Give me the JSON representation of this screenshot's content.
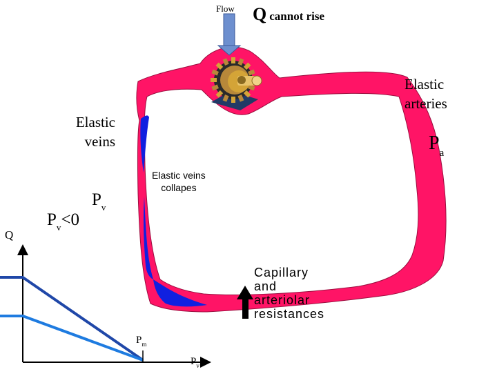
{
  "labels": {
    "flow": "Flow",
    "q_cannot_rise_q": "Q",
    "q_cannot_rise_text": "cannot rise",
    "elastic_arteries_line1": "Elastic",
    "elastic_arteries_line2": "arteries",
    "elastic_veins_line1": "Elastic",
    "elastic_veins_line2": "veins",
    "pa_main": "P",
    "pa_sub": "a",
    "veins_collapse_line1": "Elastic veins",
    "veins_collapse_line2": "collapes",
    "pv_main": "P",
    "pv_sub": "v",
    "pv_neg_main": "P",
    "pv_neg_sub": "v",
    "pv_neg_rest": "<0",
    "q_axis": "Q",
    "capillary_line1": "Capillary",
    "capillary_line2": "and",
    "capillary_line3": "arteriolar",
    "capillary_line4": "resistances",
    "pm_main": "P",
    "pm_sub": "m",
    "pv_axis_main": "P",
    "pv_axis_sub": "v"
  },
  "colors": {
    "vessel_fill": "#ff1466",
    "vein_blue": "#1020e0",
    "flow_arrow": "#6d8fcf",
    "curve_dark": "#1f47a8",
    "curve_light": "#1e7be0",
    "pump_gold": "#d4a437",
    "pump_base": "#223a66"
  },
  "icons": {
    "pump": "pump-gear-icon",
    "flow_arrow": "arrow-down-icon",
    "resistance_arrow": "arrow-up-icon"
  },
  "chart_data": {
    "type": "line",
    "xlabel": "Pv",
    "ylabel": "Q",
    "x_tick_labels": [
      "Pm"
    ],
    "series": [
      {
        "description_key": "upper",
        "shape": "plateau then linear decline to Pm"
      },
      {
        "description_key": "lower",
        "shape": "plateau then linear decline to Pm"
      }
    ]
  }
}
